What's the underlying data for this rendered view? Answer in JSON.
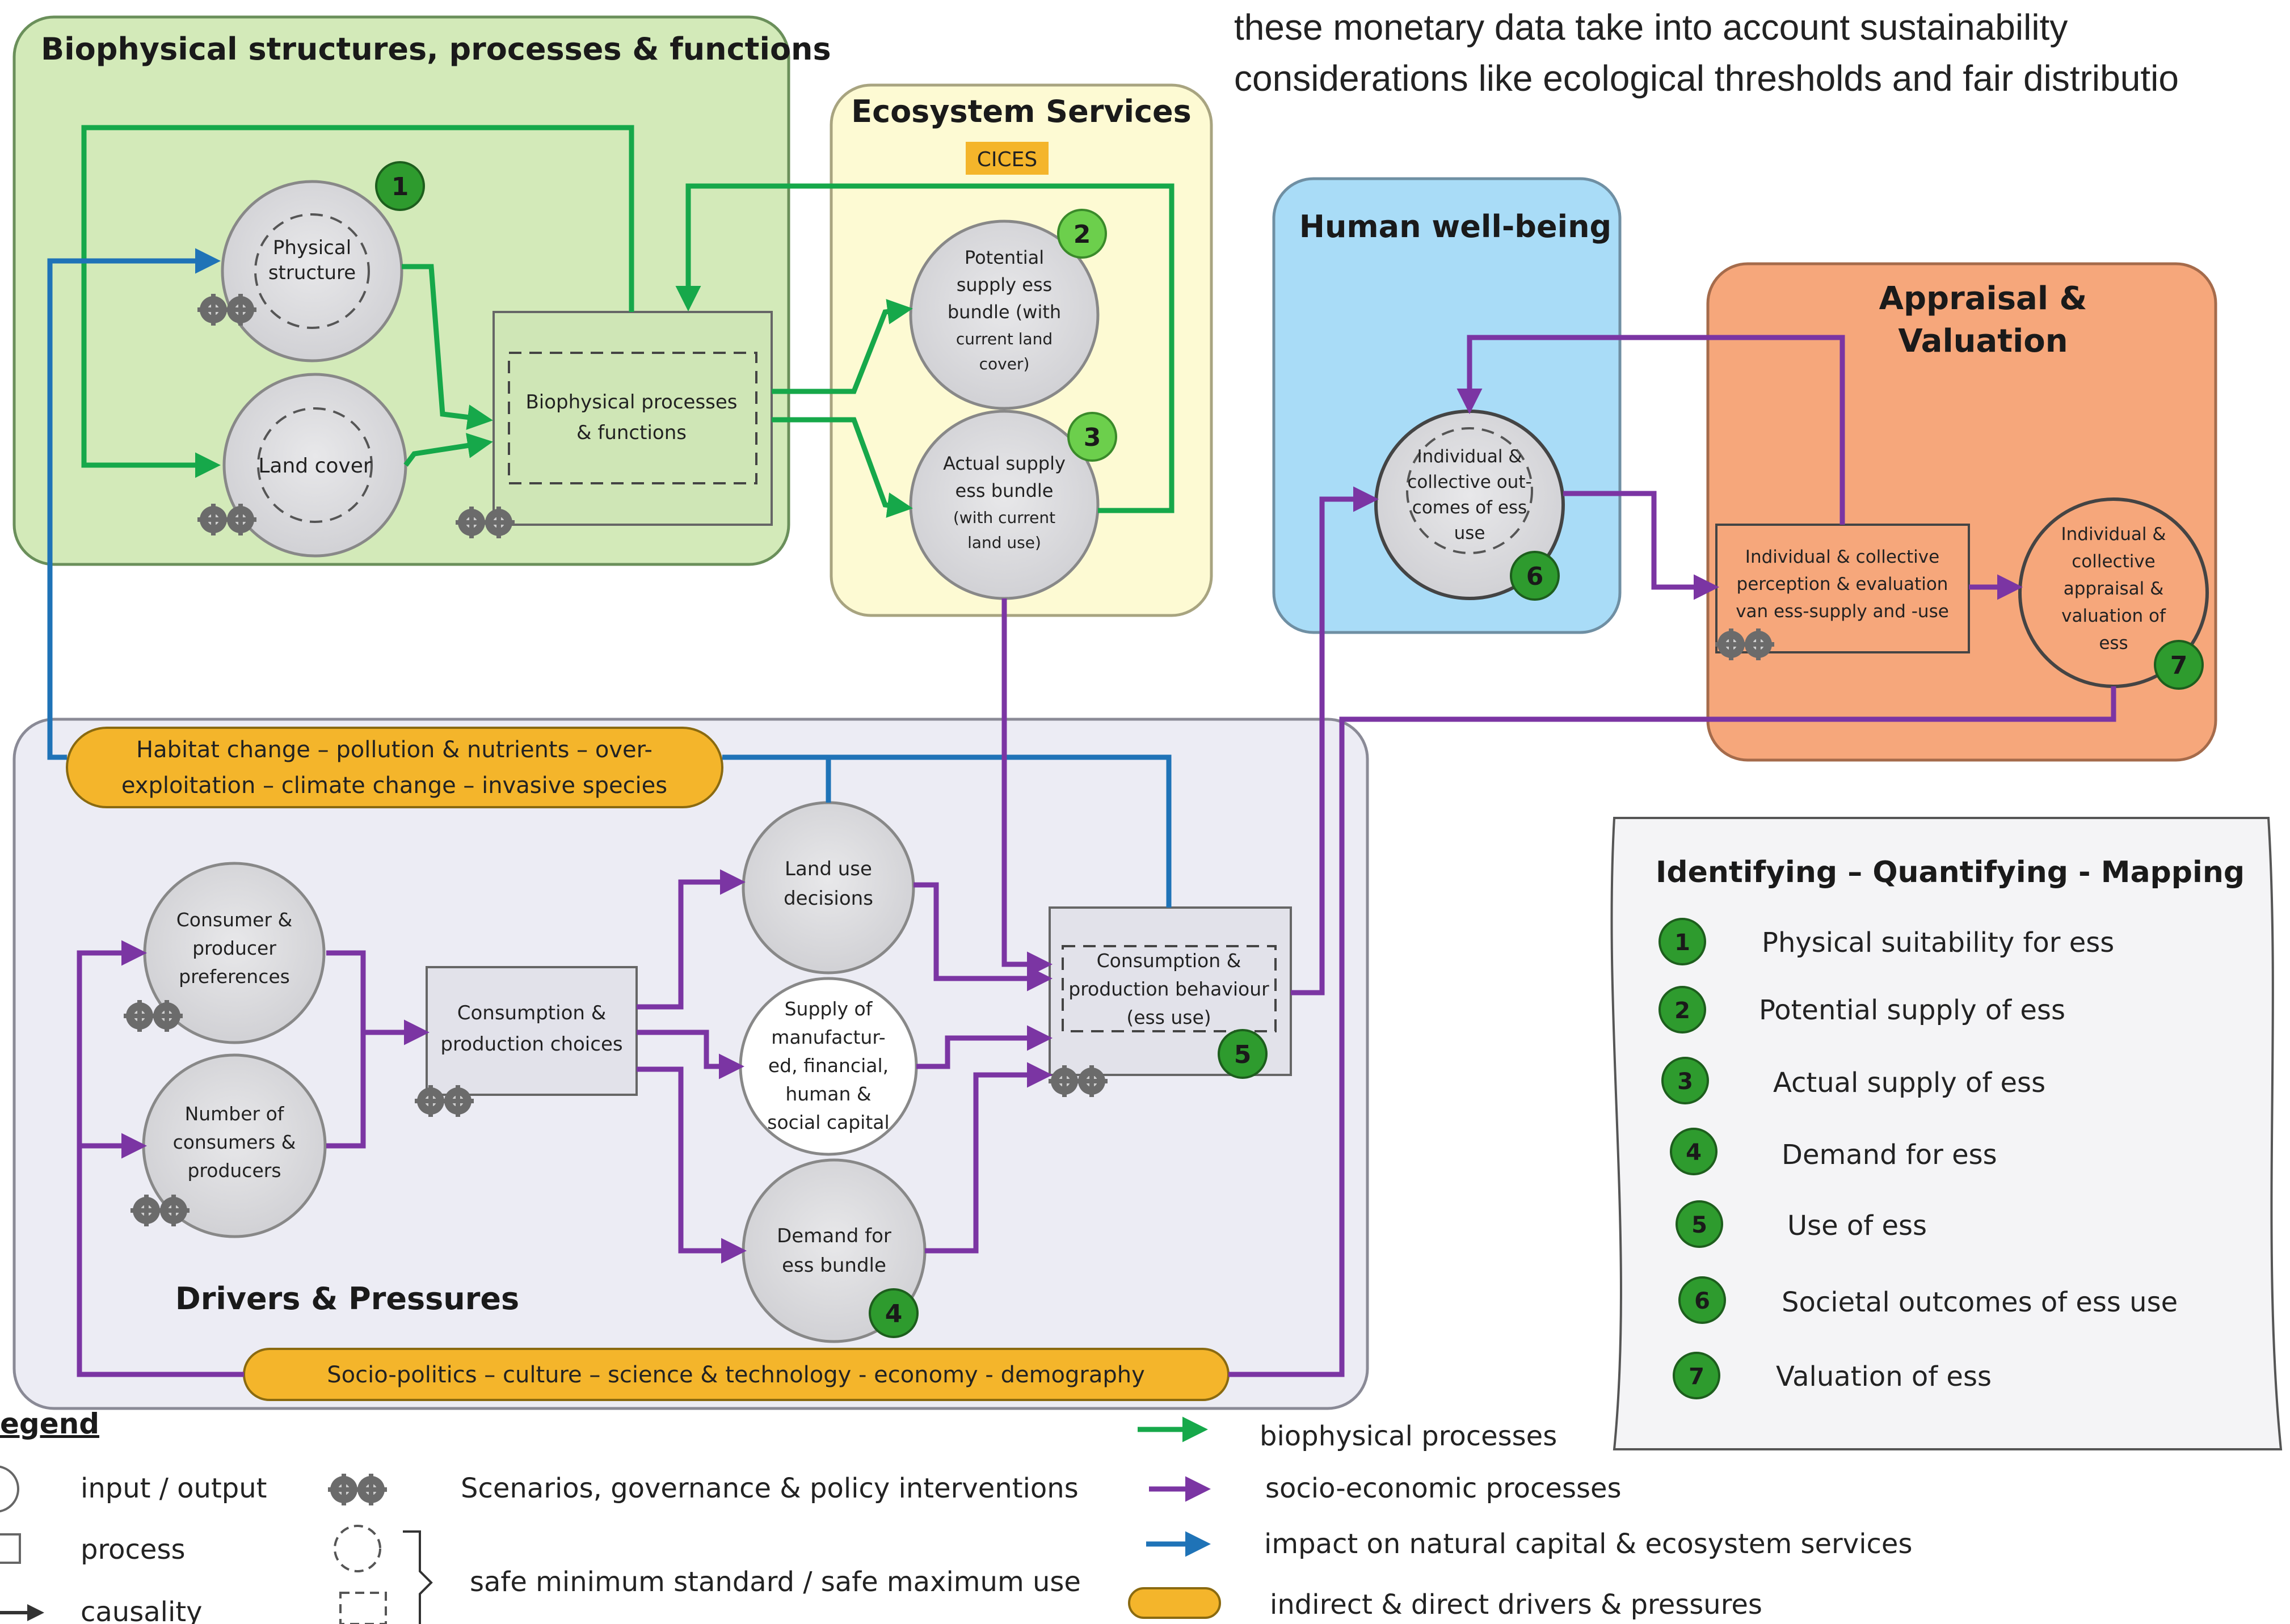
{
  "caption": [
    "these monetary data take into account sustainability",
    "considerations like ecological thresholds and fair distributio"
  ],
  "biophysical": {
    "title": "Biophysical structures, processes & functions",
    "physical_structure": [
      "Physical",
      "structure"
    ],
    "land_cover": "Land cover",
    "processes": [
      "Biophysical processes",
      "& functions"
    ]
  },
  "ecosystem_services": {
    "title": "Ecosystem Services",
    "badge": "CICES",
    "potential": [
      "Potential",
      "supply ess",
      "bundle (with",
      "current land",
      "cover)"
    ],
    "actual": [
      "Actual supply",
      "ess bundle",
      "(with current",
      "land use)"
    ]
  },
  "human_wellbeing": {
    "title": "Human well-being",
    "outcomes": [
      "Individual &",
      "collective out-",
      "comes of ess",
      "use"
    ]
  },
  "appraisal": {
    "title": [
      "Appraisal &",
      "Valuation"
    ],
    "perception": [
      "Individual & collective",
      "perception & evaluation",
      "van ess-supply and -use"
    ],
    "valuation": [
      "Individual &",
      "collective",
      "appraisal &",
      "valuation of",
      "ess"
    ]
  },
  "drivers": {
    "title": "Drivers & Pressures",
    "pressures": [
      "Habitat change – pollution & nutrients – over-",
      "exploitation – climate change – invasive species"
    ],
    "preferences": [
      "Consumer &",
      "producer",
      "preferences"
    ],
    "consumers": [
      "Number of",
      "consumers &",
      "producers"
    ],
    "choices": [
      "Consumption &",
      "production choices"
    ],
    "land_use": [
      "Land use",
      "decisions"
    ],
    "capital": [
      "Supply of",
      "manufactur-",
      "ed, financial,",
      "human &",
      "social capital"
    ],
    "demand": [
      "Demand for",
      "ess bundle"
    ],
    "behaviour": [
      "Consumption &",
      "production behaviour",
      "(ess use)"
    ],
    "socio": "Socio-politics – culture – science & technology - economy - demography"
  },
  "markers": [
    "1",
    "2",
    "3",
    "4",
    "5",
    "6",
    "7"
  ],
  "identifying": {
    "title": "Identifying – Quantifying - Mapping",
    "items": [
      {
        "num": "1",
        "label": "Physical suitability for ess"
      },
      {
        "num": "2",
        "label": "Potential supply of ess"
      },
      {
        "num": "3",
        "label": "Actual supply of ess"
      },
      {
        "num": "4",
        "label": "Demand for ess"
      },
      {
        "num": "5",
        "label": "Use of ess"
      },
      {
        "num": "6",
        "label": "Societal outcomes of ess use"
      },
      {
        "num": "7",
        "label": "Valuation of ess"
      }
    ]
  },
  "legend": {
    "title": "egend",
    "input_output": "input / output",
    "process": "process",
    "causality": "causality",
    "scenarios": "Scenarios, governance & policy interventions",
    "safe": "safe minimum standard / safe maximum use",
    "bio": "biophysical processes",
    "socio": "socio-economic processes",
    "impact": "impact on natural capital & ecosystem services",
    "drivers": "indirect & direct drivers & pressures"
  },
  "colors": {
    "green_arrow": "#16a84a",
    "purple_arrow": "#7b35a3",
    "blue_arrow": "#1f73b7",
    "bio_bg": "#d3eab9",
    "es_bg": "#fdfad3",
    "hw_bg": "#a9dcf7",
    "av_bg": "#f6a77b",
    "dp_bg": "#ececf4",
    "pill": "#f4b52b",
    "marker": "#2e9b2e"
  },
  "icons": [
    "gear-pair-icon",
    "arrow-right-icon"
  ]
}
